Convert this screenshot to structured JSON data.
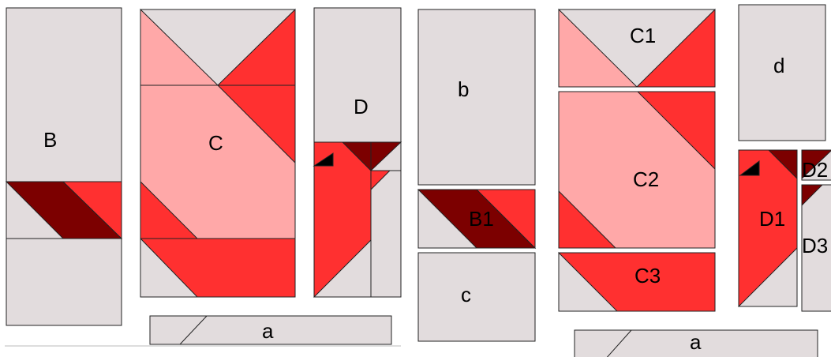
{
  "labels": {
    "B": "B",
    "C": "C",
    "D": "D",
    "a1": "a",
    "b": "b",
    "B1": "B1",
    "c": "c",
    "C1": "C1",
    "C2": "C2",
    "C3": "C3",
    "d": "d",
    "D1": "D1",
    "D2": "D2",
    "D3": "D3",
    "a2": "a"
  },
  "colors": {
    "light_gray": "#e2dcdd",
    "pink": "#ffa8a8",
    "red": "#ff3030",
    "dark_red": "#7c0000",
    "outline": "#222222"
  }
}
